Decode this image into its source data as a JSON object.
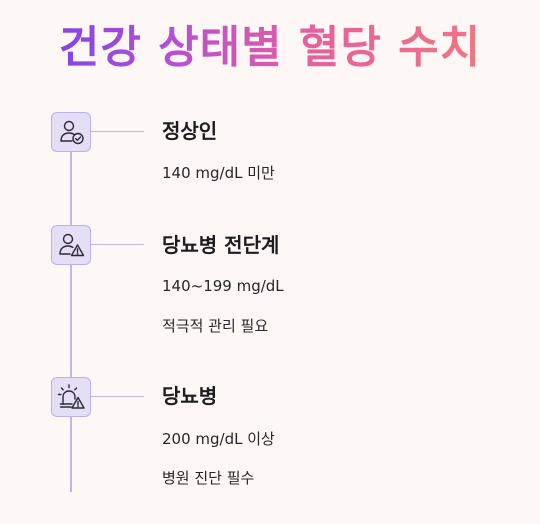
{
  "title": "건강 상태별 혈당 수치",
  "stages": [
    {
      "icon": "person-check-icon",
      "heading": "정상인",
      "details": [
        "140 mg/dL 미만"
      ]
    },
    {
      "icon": "person-warning-icon",
      "heading": "당뇨병 전단계",
      "details": [
        "140~199 mg/dL",
        "적극적 관리 필요"
      ]
    },
    {
      "icon": "alarm-warning-icon",
      "heading": "당뇨병",
      "details": [
        "200 mg/dL 이상",
        "병원 진단 필수"
      ]
    }
  ],
  "colors": {
    "title_gradient": [
      "#6a3ff0",
      "#b24fd4",
      "#e7609c",
      "#f47e7a"
    ],
    "timeline": "#c6b4e6",
    "icon_background": "#e5def7",
    "background": "#fdf8f5"
  }
}
